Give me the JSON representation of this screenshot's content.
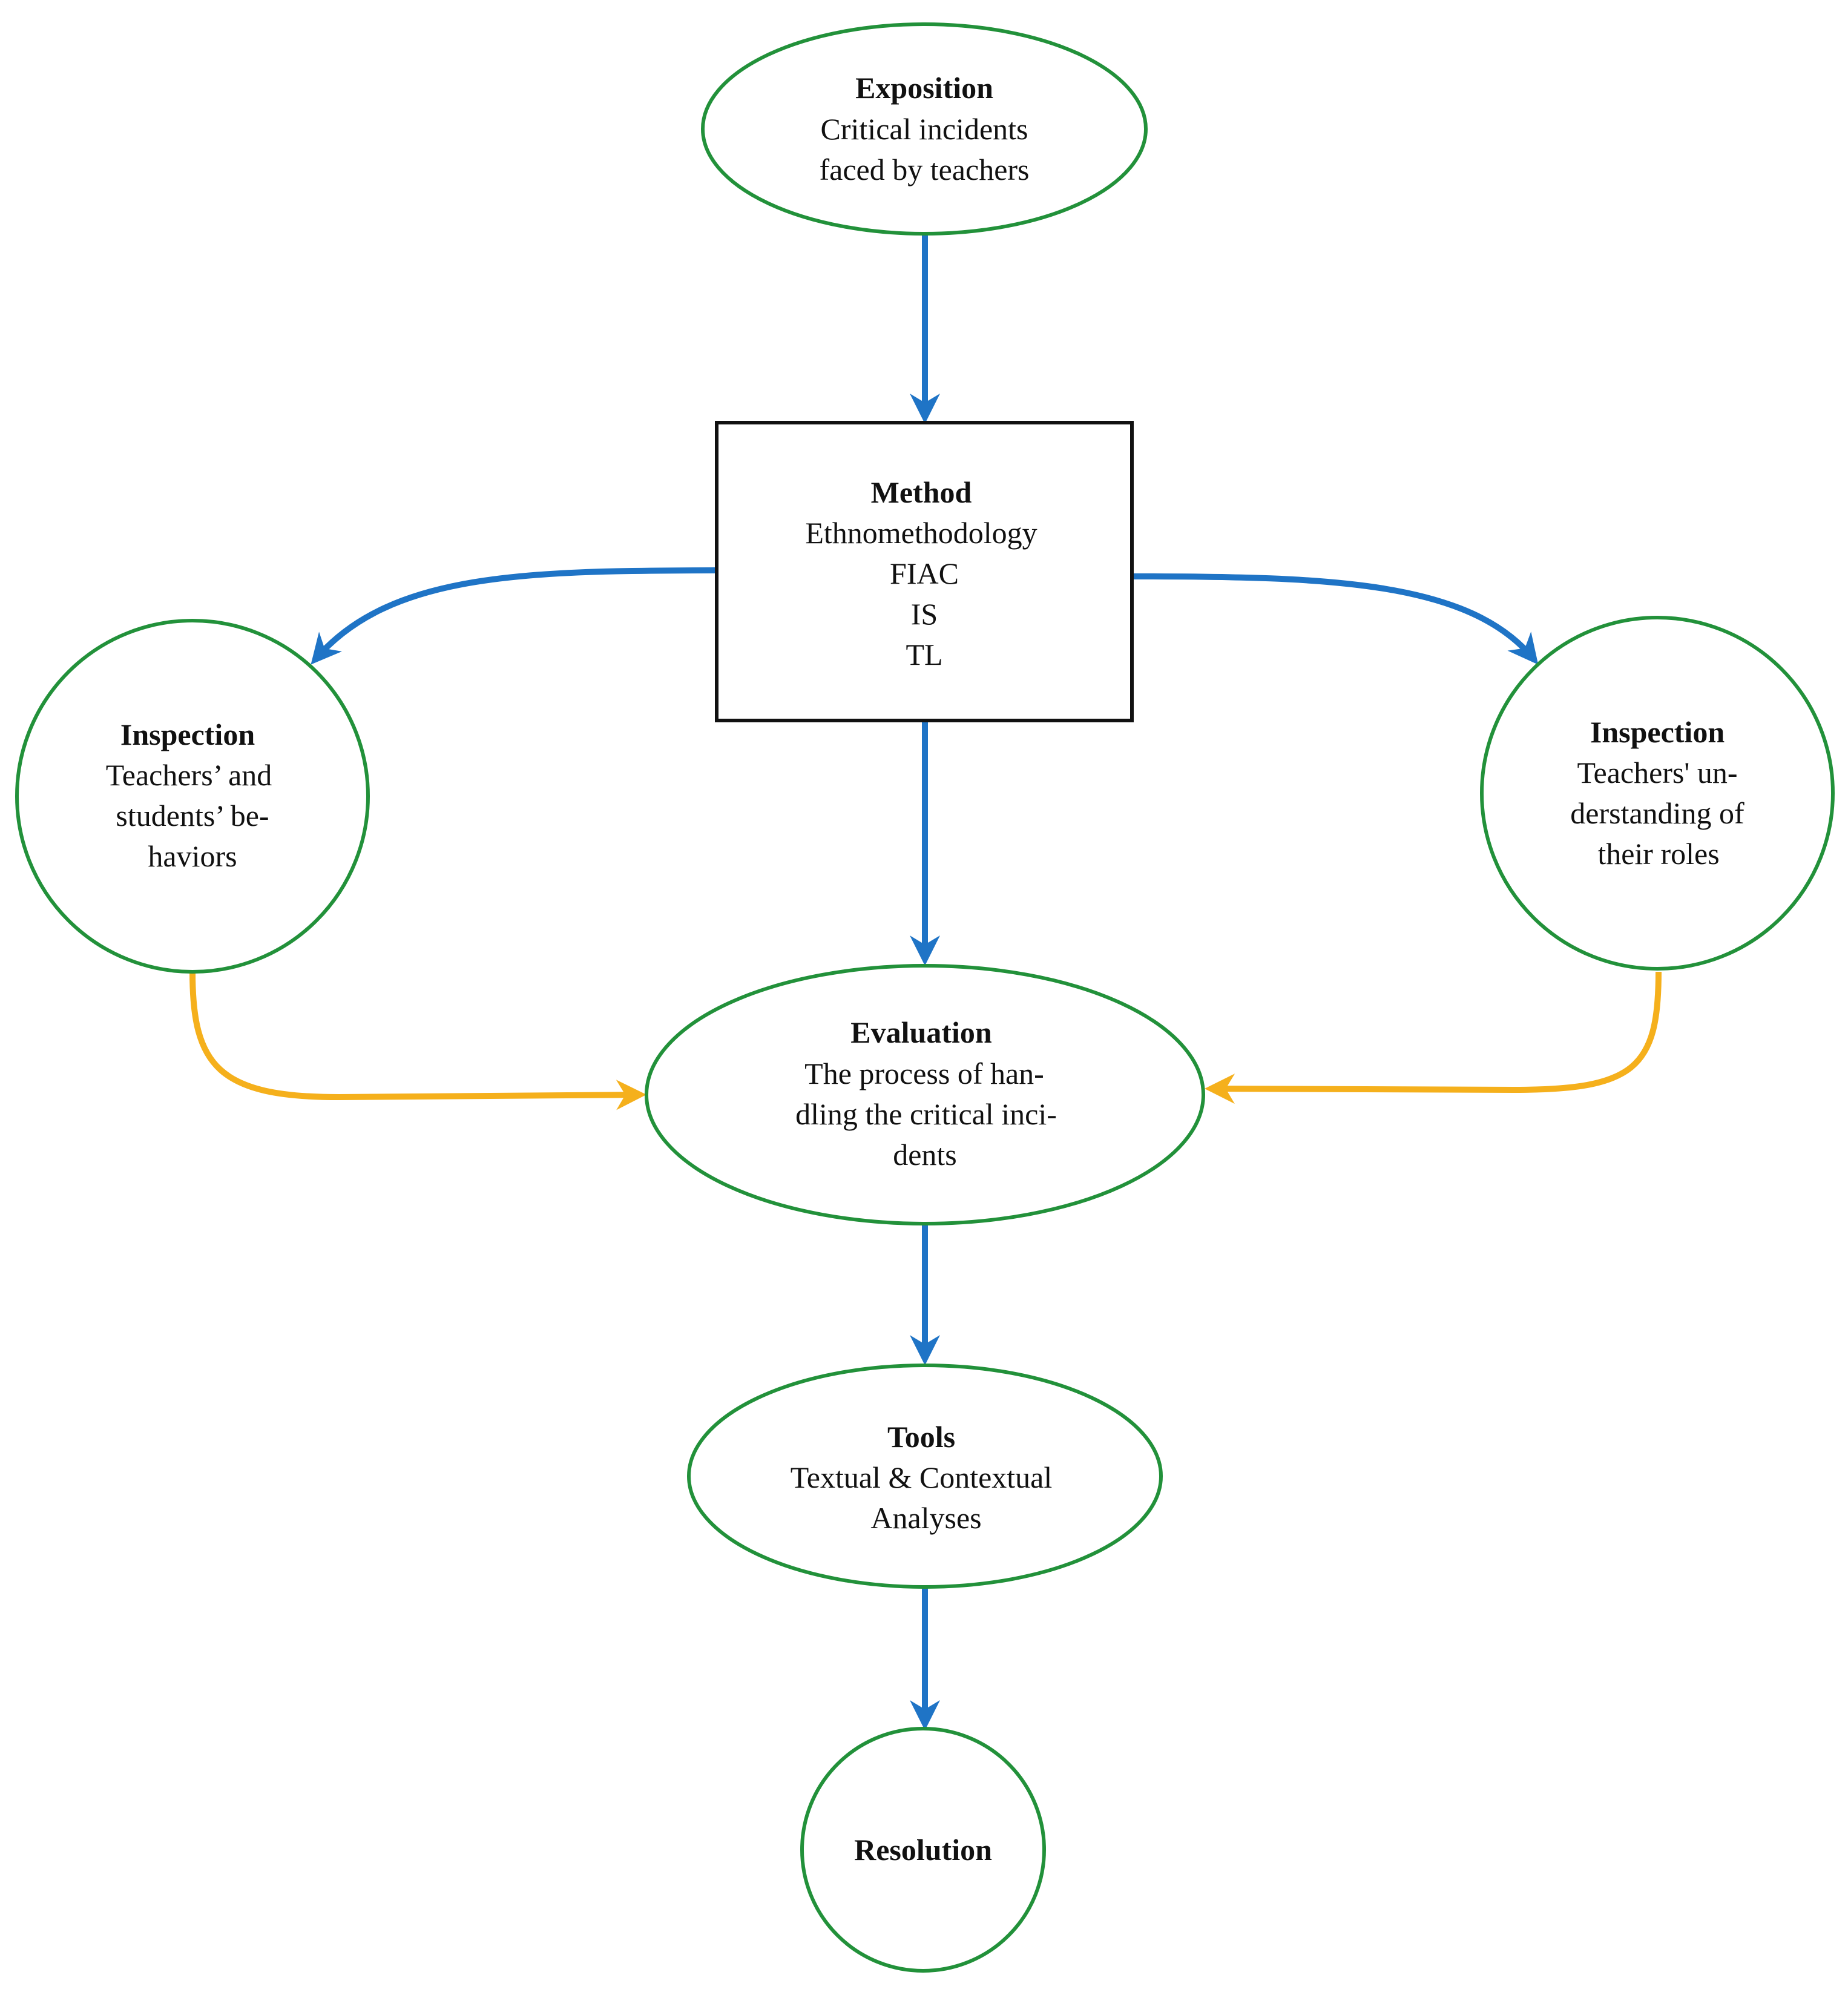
{
  "colors": {
    "node_outline": "#22913a",
    "box_outline": "#111111",
    "main_arrow": "#1f74c6",
    "feedback_arrow": "#f5b01c",
    "text": "#111111"
  },
  "nodes": {
    "exposition": {
      "title": "Exposition",
      "lines": [
        "Critical incidents",
        "faced by teachers"
      ]
    },
    "method": {
      "title": "Method",
      "lines": [
        "Ethnomethodology",
        "FIAC",
        "IS",
        "TL"
      ]
    },
    "inspection_left": {
      "title": "Inspection",
      "lines": [
        "Teachers’ and",
        "students’ be-",
        "haviors"
      ]
    },
    "inspection_right": {
      "title": "Inspection",
      "lines": [
        "Teachers' un-",
        "derstanding of",
        "their roles"
      ]
    },
    "evaluation": {
      "title": "Evaluation",
      "lines": [
        "The process of han-",
        "dling the critical inci-",
        "dents"
      ]
    },
    "tools": {
      "title": "Tools",
      "lines": [
        "Textual & Contextual",
        "Analyses"
      ]
    },
    "resolution": {
      "title": "Resolution",
      "lines": []
    }
  },
  "edges": [
    {
      "from": "exposition",
      "to": "method",
      "kind": "main"
    },
    {
      "from": "method",
      "to": "inspection_left",
      "kind": "main"
    },
    {
      "from": "method",
      "to": "inspection_right",
      "kind": "main"
    },
    {
      "from": "method",
      "to": "evaluation",
      "kind": "main"
    },
    {
      "from": "inspection_left",
      "to": "evaluation",
      "kind": "feedback"
    },
    {
      "from": "inspection_right",
      "to": "evaluation",
      "kind": "feedback"
    },
    {
      "from": "evaluation",
      "to": "tools",
      "kind": "main"
    },
    {
      "from": "tools",
      "to": "resolution",
      "kind": "main"
    }
  ]
}
